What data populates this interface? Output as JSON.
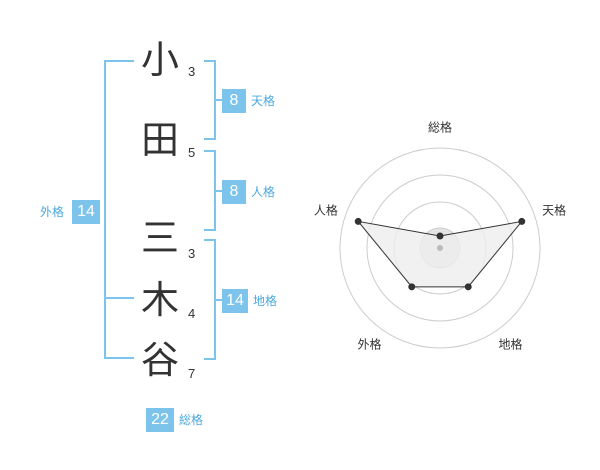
{
  "name": [
    {
      "char": "小",
      "strokes": "3"
    },
    {
      "char": "田",
      "strokes": "5"
    },
    {
      "char": "三",
      "strokes": "3"
    },
    {
      "char": "木",
      "strokes": "4"
    },
    {
      "char": "谷",
      "strokes": "7"
    }
  ],
  "fortunes": {
    "tenkaku": {
      "label": "天格",
      "value": "8"
    },
    "jinkaku": {
      "label": "人格",
      "value": "8"
    },
    "chikaku": {
      "label": "地格",
      "value": "14"
    },
    "gaikaku": {
      "label": "外格",
      "value": "14"
    },
    "soukaku": {
      "label": "総格",
      "value": "22"
    }
  },
  "chart_data": {
    "type": "radar",
    "axes": [
      "総格",
      "天格",
      "地格",
      "外格",
      "人格"
    ],
    "values": [
      0.12,
      0.86,
      0.48,
      0.48,
      0.86
    ],
    "range": [
      0,
      1
    ],
    "rings": 4
  },
  "colors": {
    "accent": "#7dc4ec",
    "label": "#4ba9dd",
    "text": "#333333"
  }
}
